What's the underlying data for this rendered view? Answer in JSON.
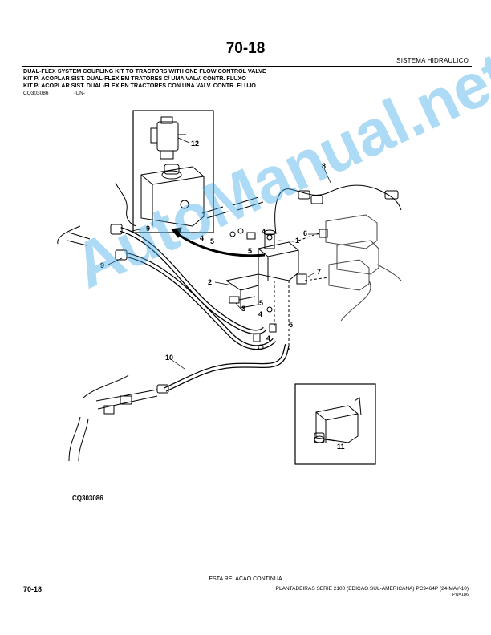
{
  "header": {
    "page_number": "70-18",
    "section": "SISTEMA HIDRAULICO",
    "titles": [
      "DUAL-FLEX SYSTEM COUPLING KIT TO TRACTORS WITH ONE FLOW CONTROL VALVE",
      "KIT P/ ACOPLAR SIST. DUAL-FLEX EM TRATORES C/ UMA VALV. CONTR. FLUXO",
      "KIT P/ ACOPLAR SIST. DUAL-FLEX EN TRACTORES CON UNA VALV. CONTR. FLUJO"
    ],
    "ref_code": "CQ303086",
    "ref_suffix": "-UN-"
  },
  "figure": {
    "id_label": "CQ303086",
    "callouts": {
      "c1": "1",
      "c2": "2",
      "c3": "3",
      "c4a": "4",
      "c4b": "4",
      "c4c": "4",
      "c4d": "4",
      "c5a": "5",
      "c5b": "5",
      "c5c": "5",
      "c5d": "5",
      "c6": "6",
      "c7": "7",
      "c8": "8",
      "c9a": "9",
      "c9b": "9",
      "c10": "10",
      "c11": "11",
      "c12": "12"
    }
  },
  "watermark": {
    "text": "AutoManual.net",
    "color": "#3caae6"
  },
  "footer": {
    "continue_text": "ESTA RELACAO CONTINUA",
    "page_number": "70-18",
    "book": "PLANTADEIRAS SERIE 2100 (EDICAO SUL-AMERICANA)   PC9464P   (24-MAY-10)",
    "pn": "PN=186"
  }
}
